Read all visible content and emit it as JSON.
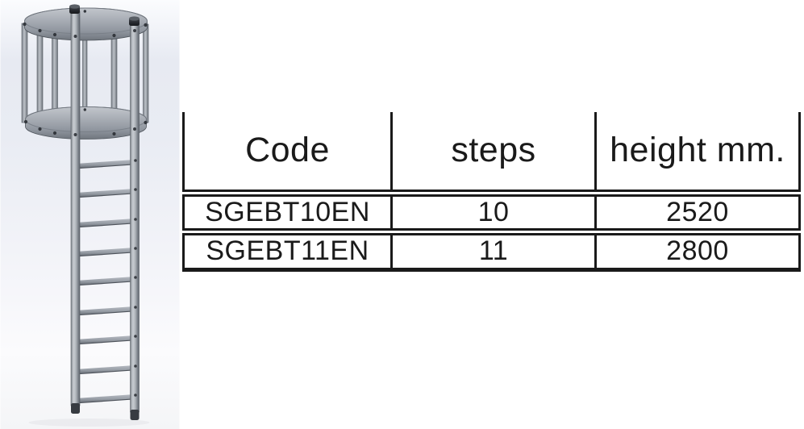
{
  "document": {
    "background_color": "#ffffff",
    "kind": "product datasheet excerpt"
  },
  "illustration": {
    "subject": "fixed vertical ladder with safety cage, 3D CAD render",
    "background_top": "#e7eaf2",
    "background_bottom": "#f4f5f7",
    "metal_light": "#c9cdd2",
    "metal_mid": "#9aa0a8",
    "metal_dark": "#666c74",
    "cap_color": "#26292e"
  },
  "table": {
    "border_color": "#1a1a1a",
    "text_color": "#1a1a1a",
    "columns": [
      "Code",
      "steps",
      "height mm."
    ],
    "rows": [
      {
        "code": "SGEBT10EN",
        "steps": "10",
        "height_mm": "2520"
      },
      {
        "code": "SGEBT11EN",
        "steps": "11",
        "height_mm": "2800"
      }
    ]
  }
}
